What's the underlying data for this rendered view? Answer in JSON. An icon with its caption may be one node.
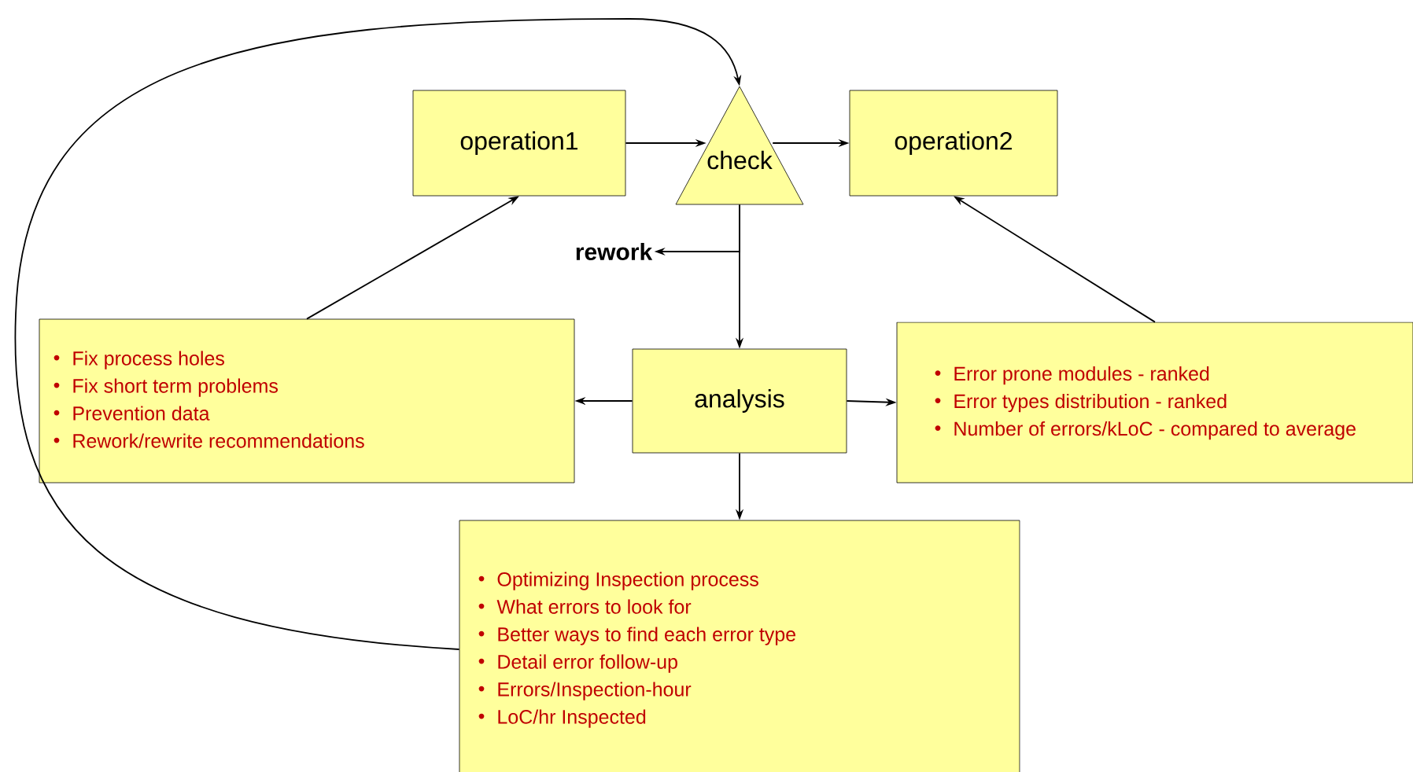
{
  "diagram": {
    "nodes": [
      {
        "text": [
          "operation1"
        ]
      },
      {
        "text": [
          "check"
        ]
      },
      {
        "text": [
          "operation2"
        ]
      },
      {
        "text": [
          "rework"
        ]
      },
      {
        "text": [
          "analysis"
        ]
      },
      {
        "text": [
          "Fix process holes",
          "Fix short term problems",
          "Prevention data",
          "Rework/rewrite recommendations"
        ]
      },
      {
        "text": [
          "Error prone modules - ranked",
          "Error types distribution - ranked",
          "Number of errors/kLoC - compared to average"
        ]
      },
      {
        "text": [
          "Optimizing Inspection process",
          "What errors to look for",
          "Better ways to find each error type",
          "Detail error follow-up",
          "Errors/Inspection-hour",
          "LoC/hr Inspected"
        ]
      }
    ],
    "edges": [
      {
        "from": 0,
        "to": 1,
        "arrow": "to"
      },
      {
        "from": 1,
        "to": 2,
        "arrow": "to"
      },
      {
        "from": 1,
        "to": 3,
        "arrow": "to"
      },
      {
        "from": 1,
        "to": 4,
        "arrow": "to"
      },
      {
        "from": 4,
        "to": 5,
        "arrow": "to"
      },
      {
        "from": 4,
        "to": 6,
        "arrow": "to"
      },
      {
        "from": 4,
        "to": 7,
        "arrow": "to"
      },
      {
        "from": 5,
        "to": 0,
        "arrow": "to"
      },
      {
        "from": 6,
        "to": 2,
        "arrow": "to"
      },
      {
        "from": 7,
        "to": 1,
        "arrow": "to"
      }
    ]
  }
}
